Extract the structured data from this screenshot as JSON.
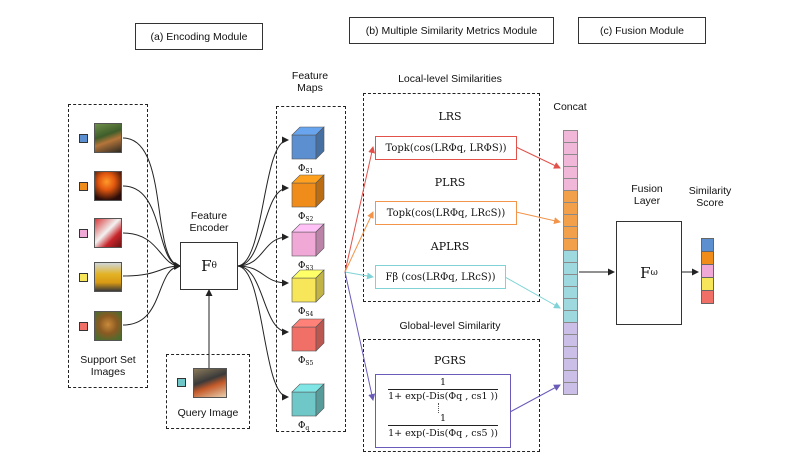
{
  "modules": {
    "encoding": "(a) Encoding Module",
    "similarity": "(b) Multiple Similarity Metrics Module",
    "fusion": "(c) Fusion Module"
  },
  "encoder": {
    "title": "Feature\nEncoder",
    "symbol": "F",
    "subscript": "θ"
  },
  "support": {
    "label": "Support Set\nImages",
    "items": [
      {
        "thumb": "robin-bird",
        "color": "#5b8fd0"
      },
      {
        "thumb": "jellyfish",
        "color": "#f08c1a"
      },
      {
        "thumb": "guitar",
        "color": "#f0a8d6"
      },
      {
        "thumb": "school-bus",
        "color": "#f7e65a"
      },
      {
        "thumb": "lion",
        "color": "#f07068"
      }
    ]
  },
  "query": {
    "label": "Query Image",
    "thumb": "bird",
    "color": "#6fc7c7"
  },
  "feature_maps": {
    "title": "Feature\nMaps",
    "items": [
      {
        "sym": "Φ",
        "sub": "S1",
        "color": "#5b8fd0"
      },
      {
        "sym": "Φ",
        "sub": "S2",
        "color": "#f08c1a"
      },
      {
        "sym": "Φ",
        "sub": "S3",
        "color": "#f0a8d6"
      },
      {
        "sym": "Φ",
        "sub": "S4",
        "color": "#f7e65a"
      },
      {
        "sym": "Φ",
        "sub": "S5",
        "color": "#f07068"
      },
      {
        "sym": "Φ",
        "sub": "q",
        "color": "#6fc7c7"
      }
    ]
  },
  "local": {
    "title": "Local-level Similarities",
    "lrs": {
      "name": "LRS",
      "formula": "Topk(cos(LRΦq, LRΦS))",
      "color": "#e2524a"
    },
    "plrs": {
      "name": "PLRS",
      "formula": "Topk(cos(LRΦq, LRcS))",
      "color": "#f2944a"
    },
    "aplrs": {
      "name": "APLRS",
      "formula": "Fβ (cos(LRΦq, LRcS))",
      "color": "#7fd3d6"
    }
  },
  "global": {
    "title": "Global-level Similarity",
    "pgrs": {
      "name": "PGRS",
      "numerator": "1",
      "den1": "1+ exp(-Dis(Φq , cs1 ))",
      "den2": "1+ exp(-Dis(Φq , cs5 ))",
      "color": "#6a5bb8"
    }
  },
  "concat": {
    "label": "Concat",
    "colors": [
      "#f0b7d8",
      "#f2a14a",
      "#9fd9e0",
      "#cbbfe8"
    ]
  },
  "fusion": {
    "title": "Fusion\nLayer",
    "symbol": "F",
    "subscript": "ω"
  },
  "score": {
    "label": "Similarity\nScore",
    "colors": [
      "#5b8fd0",
      "#f08c1a",
      "#f0a8d6",
      "#f7e65a",
      "#f07068"
    ]
  }
}
